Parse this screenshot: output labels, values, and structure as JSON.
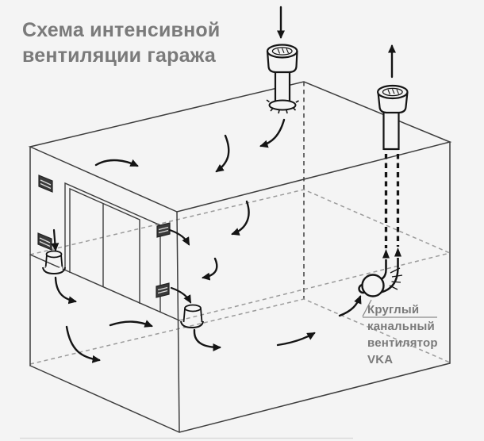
{
  "title": {
    "line1": "Схема интенсивной",
    "line2": "вентиляции гаража"
  },
  "fan_label": {
    "line1": "Круглый",
    "line2": "канальный",
    "line3": "вентилятор",
    "line4": "VKA"
  },
  "colors": {
    "background": "#f4f4f4",
    "title_text": "#7a7a7a",
    "structure_line": "#3d3d3d",
    "hidden_line": "#9b9b9b",
    "ink": "#141414"
  },
  "icon_names": [
    "down-arrow-icon",
    "up-arrow-icon",
    "supply-air-pipe-icon",
    "exhaust-air-pipe-icon",
    "hidden-duct-icon",
    "duct-elbow-icon",
    "duct-fan-icon",
    "vent-grille-icon",
    "wall-fan-icon",
    "garage-door-icon",
    "airflow-arrow-icon"
  ]
}
